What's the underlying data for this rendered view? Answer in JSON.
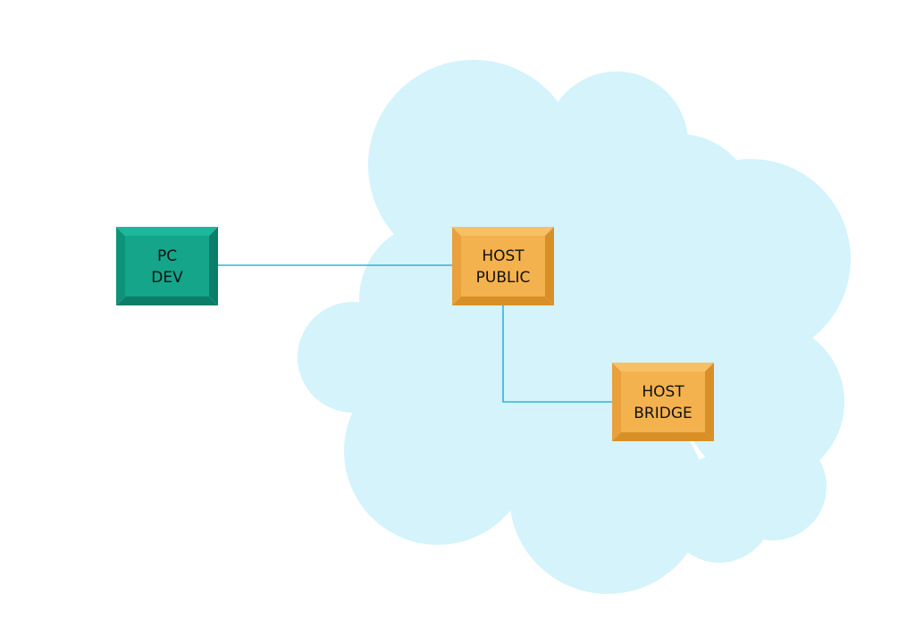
{
  "colors": {
    "background": "#ffffff",
    "cloud": "#d4f3fb",
    "link": "#2fb6d6",
    "pc_face": "#15a58a",
    "pc_bevel_light": "#1cb89b",
    "pc_bevel_dark": "#0b7e69",
    "pc_bevel_side": "#0f927a",
    "host_face": "#f4b24e",
    "host_bevel_light": "#f8c064",
    "host_bevel_dark": "#d98f27",
    "host_bevel_side": "#e8a13c",
    "label_text": "#111111"
  },
  "nodes": {
    "pc_dev": {
      "line1": "PC",
      "line2": "DEV",
      "icon": "pc-node-icon"
    },
    "host_public": {
      "line1": "HOST",
      "line2": "PUBLIC",
      "icon": "host-node-icon"
    },
    "host_bridge": {
      "line1": "HOST",
      "line2": "BRIDGE",
      "icon": "host-node-icon"
    }
  },
  "links": [
    {
      "from": "pc_dev",
      "to": "host_public"
    },
    {
      "from": "host_public",
      "to": "host_bridge"
    }
  ]
}
